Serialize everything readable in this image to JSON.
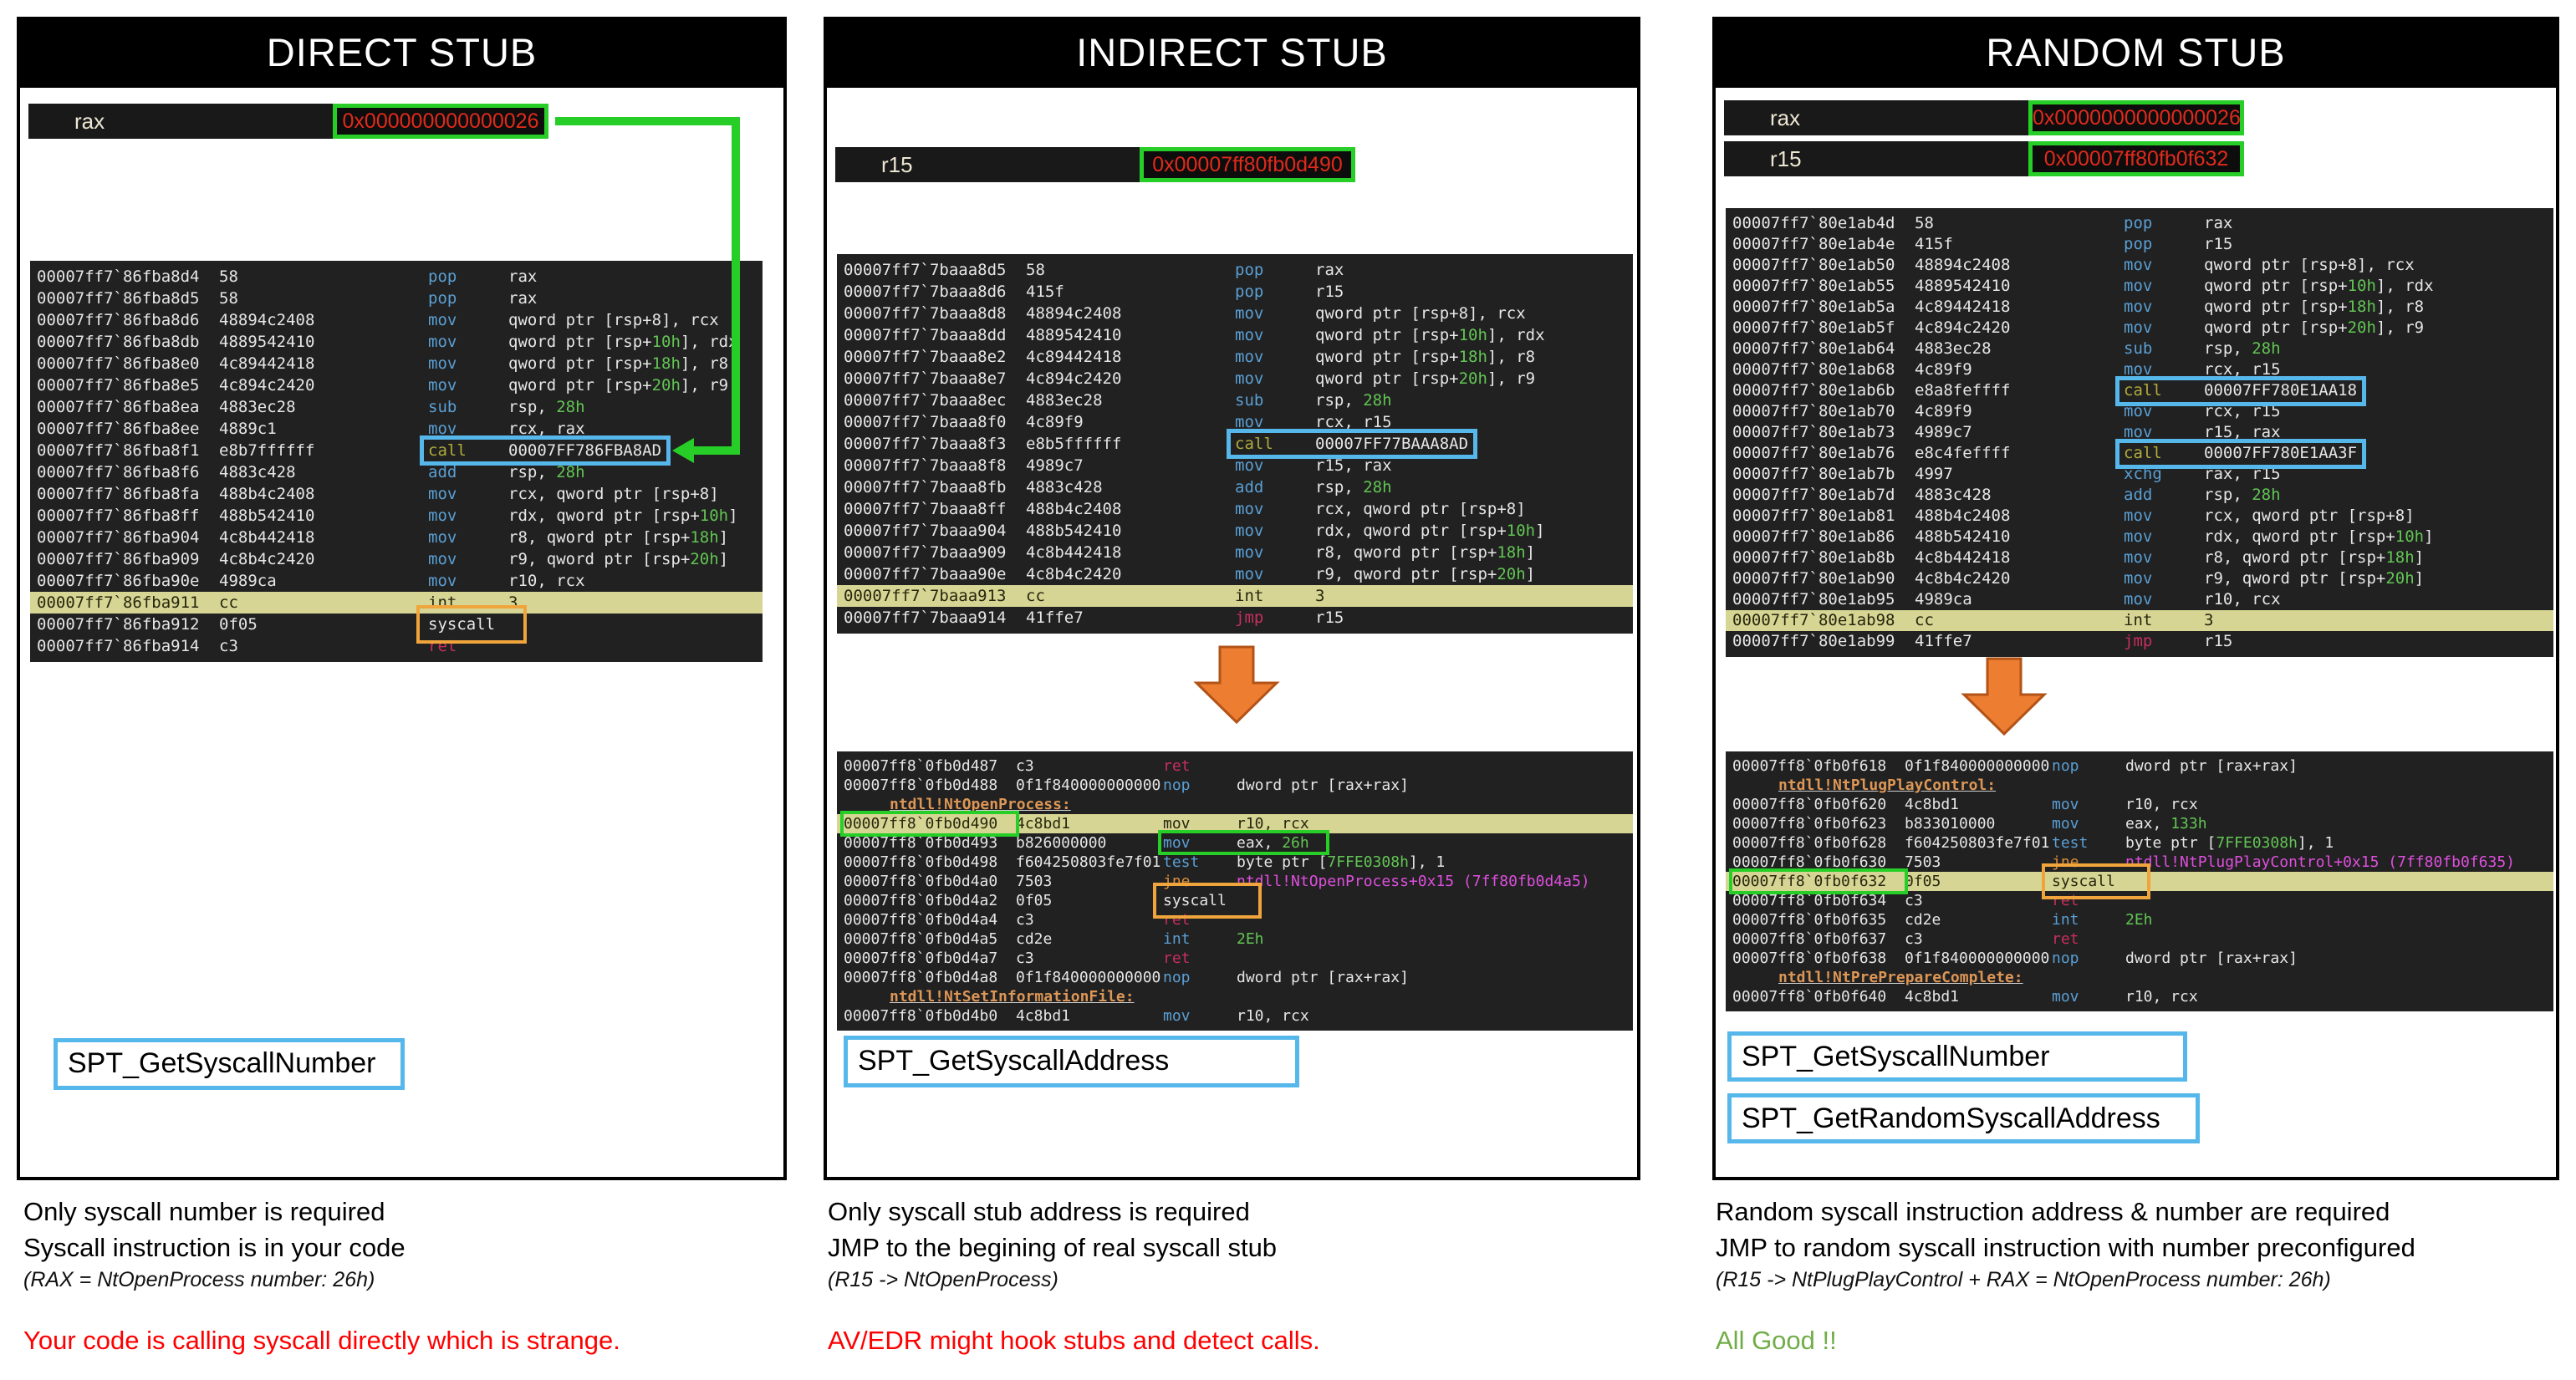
{
  "colors": {
    "green_box": "#27ce27",
    "blue_box": "#56b7ea",
    "orange_box": "#f0a43c",
    "row_highlight": "#d6d593",
    "register_value_red": "#e02a1c",
    "flow_arrow_orange": "#ed7d31",
    "verdict_red": "#fe0000",
    "verdict_green": "#70ad47"
  },
  "panels": [
    {
      "title": "DIRECT STUB",
      "registers": [
        {
          "name": "rax",
          "value": "0x000000000000026"
        }
      ],
      "labels": [
        "SPT_GetSyscallNumber"
      ],
      "notes": {
        "lines": [
          "Only syscall number is required",
          "Syscall instruction is in your code"
        ],
        "detail": "(RAX = NtOpenProcess number: 26h)",
        "verdict": "Your code is calling syscall directly which is strange.",
        "verdict_color": "#fe0000"
      },
      "blocks": [
        {
          "rows": [
            {
              "a": "00007ff7`86fba8d4",
              "b": "58",
              "m": "pop",
              "o": "rax"
            },
            {
              "a": "00007ff7`86fba8d5",
              "b": "58",
              "m": "pop",
              "o": "rax"
            },
            {
              "a": "00007ff7`86fba8d6",
              "b": "48894c2408",
              "m": "mov",
              "o": "qword ptr [rsp+8], rcx"
            },
            {
              "a": "00007ff7`86fba8db",
              "b": "4889542410",
              "m": "mov",
              "o": "qword ptr [rsp+10h], rdx"
            },
            {
              "a": "00007ff7`86fba8e0",
              "b": "4c89442418",
              "m": "mov",
              "o": "qword ptr [rsp+18h], r8"
            },
            {
              "a": "00007ff7`86fba8e5",
              "b": "4c894c2420",
              "m": "mov",
              "o": "qword ptr [rsp+20h], r9"
            },
            {
              "a": "00007ff7`86fba8ea",
              "b": "4883ec28",
              "m": "sub",
              "o": "rsp, 28h"
            },
            {
              "a": "00007ff7`86fba8ee",
              "b": "4889c1",
              "m": "mov",
              "o": "rcx, rax"
            },
            {
              "a": "00007ff7`86fba8f1",
              "b": "e8b7ffffff",
              "m": "call",
              "o": "00007FF786FBA8AD",
              "box": "bcall"
            },
            {
              "a": "00007ff7`86fba8f6",
              "b": "4883c428",
              "m": "add",
              "o": "rsp, 28h"
            },
            {
              "a": "00007ff7`86fba8fa",
              "b": "488b4c2408",
              "m": "mov",
              "o": "rcx, qword ptr [rsp+8]"
            },
            {
              "a": "00007ff7`86fba8ff",
              "b": "488b542410",
              "m": "mov",
              "o": "rdx, qword ptr [rsp+10h]"
            },
            {
              "a": "00007ff7`86fba904",
              "b": "4c8b442418",
              "m": "mov",
              "o": "r8, qword ptr [rsp+18h]"
            },
            {
              "a": "00007ff7`86fba909",
              "b": "4c8b4c2420",
              "m": "mov",
              "o": "r9, qword ptr [rsp+20h]"
            },
            {
              "a": "00007ff7`86fba90e",
              "b": "4989ca",
              "m": "mov",
              "o": "r10, rcx"
            },
            {
              "a": "00007ff7`86fba911",
              "b": "cc",
              "m": "int",
              "o": "3",
              "hl": true
            },
            {
              "a": "00007ff7`86fba912",
              "b": "0f05",
              "m": "syscall",
              "o": "",
              "box": "bsys"
            },
            {
              "a": "00007ff7`86fba914",
              "b": "c3",
              "m": "ret",
              "o": ""
            }
          ]
        }
      ]
    },
    {
      "title": "INDIRECT STUB",
      "registers": [
        {
          "name": "r15",
          "value": "0x00007ff80fb0d490"
        }
      ],
      "labels": [
        "SPT_GetSyscallAddress"
      ],
      "notes": {
        "lines": [
          "Only syscall stub address is required",
          "JMP to the begining of real syscall stub"
        ],
        "detail": "(R15 -> NtOpenProcess)",
        "verdict": "AV/EDR might hook stubs and detect calls.",
        "verdict_color": "#fe0000"
      },
      "blocks": [
        {
          "rows": [
            {
              "a": "00007ff7`7baaa8d5",
              "b": "58",
              "m": "pop",
              "o": "rax"
            },
            {
              "a": "00007ff7`7baaa8d6",
              "b": "415f",
              "m": "pop",
              "o": "r15"
            },
            {
              "a": "00007ff7`7baaa8d8",
              "b": "48894c2408",
              "m": "mov",
              "o": "qword ptr [rsp+8], rcx"
            },
            {
              "a": "00007ff7`7baaa8dd",
              "b": "4889542410",
              "m": "mov",
              "o": "qword ptr [rsp+10h], rdx"
            },
            {
              "a": "00007ff7`7baaa8e2",
              "b": "4c89442418",
              "m": "mov",
              "o": "qword ptr [rsp+18h], r8"
            },
            {
              "a": "00007ff7`7baaa8e7",
              "b": "4c894c2420",
              "m": "mov",
              "o": "qword ptr [rsp+20h], r9"
            },
            {
              "a": "00007ff7`7baaa8ec",
              "b": "4883ec28",
              "m": "sub",
              "o": "rsp, 28h"
            },
            {
              "a": "00007ff7`7baaa8f0",
              "b": "4c89f9",
              "m": "mov",
              "o": "rcx, r15"
            },
            {
              "a": "00007ff7`7baaa8f3",
              "b": "e8b5ffffff",
              "m": "call",
              "o": "00007FF77BAAA8AD",
              "box": "bcall"
            },
            {
              "a": "00007ff7`7baaa8f8",
              "b": "4989c7",
              "m": "mov",
              "o": "r15, rax"
            },
            {
              "a": "00007ff7`7baaa8fb",
              "b": "4883c428",
              "m": "add",
              "o": "rsp, 28h"
            },
            {
              "a": "00007ff7`7baaa8ff",
              "b": "488b4c2408",
              "m": "mov",
              "o": "rcx, qword ptr [rsp+8]"
            },
            {
              "a": "00007ff7`7baaa904",
              "b": "488b542410",
              "m": "mov",
              "o": "rdx, qword ptr [rsp+10h]"
            },
            {
              "a": "00007ff7`7baaa909",
              "b": "4c8b442418",
              "m": "mov",
              "o": "r8, qword ptr [rsp+18h]"
            },
            {
              "a": "00007ff7`7baaa90e",
              "b": "4c8b4c2420",
              "m": "mov",
              "o": "r9, qword ptr [rsp+20h]"
            },
            {
              "a": "00007ff7`7baaa913",
              "b": "cc",
              "m": "int",
              "o": "3",
              "hl": true
            },
            {
              "a": "00007ff7`7baaa914",
              "b": "41ffe7",
              "m": "jmp",
              "o": "r15"
            }
          ]
        },
        {
          "rows": [
            {
              "a": "00007ff8`0fb0d487",
              "b": "c3",
              "m": "ret",
              "o": ""
            },
            {
              "a": "00007ff8`0fb0d488",
              "b": "0f1f840000000000",
              "m": "nop",
              "o": "dword ptr [rax+rax]"
            },
            {
              "label": "ntdll!NtOpenProcess:"
            },
            {
              "a": "00007ff8`0fb0d490",
              "b": "4c8bd1",
              "m": "mov",
              "o": "r10, rcx",
              "hl": true,
              "box": "baddr"
            },
            {
              "a": "00007ff8`0fb0d493",
              "b": "b826000000",
              "m": "mov",
              "o": "eax, 26h",
              "box": "bop"
            },
            {
              "a": "00007ff8`0fb0d498",
              "b": "f604250803fe7f01",
              "m": "test",
              "o": "byte ptr [7FFE0308h], 1"
            },
            {
              "a": "00007ff8`0fb0d4a0",
              "b": "7503",
              "m": "jne",
              "o": "ntdll!NtOpenProcess+0x15 (7ff80fb0d4a5)",
              "oc": "magenta"
            },
            {
              "a": "00007ff8`0fb0d4a2",
              "b": "0f05",
              "m": "syscall",
              "o": "",
              "box": "bsys"
            },
            {
              "a": "00007ff8`0fb0d4a4",
              "b": "c3",
              "m": "ret",
              "o": ""
            },
            {
              "a": "00007ff8`0fb0d4a5",
              "b": "cd2e",
              "m": "int",
              "o": "2Eh"
            },
            {
              "a": "00007ff8`0fb0d4a7",
              "b": "c3",
              "m": "ret",
              "o": ""
            },
            {
              "a": "00007ff8`0fb0d4a8",
              "b": "0f1f840000000000",
              "m": "nop",
              "o": "dword ptr [rax+rax]"
            },
            {
              "label": "ntdll!NtSetInformationFile:"
            },
            {
              "a": "00007ff8`0fb0d4b0",
              "b": "4c8bd1",
              "m": "mov",
              "o": "r10, rcx"
            }
          ]
        }
      ]
    },
    {
      "title": "RANDOM STUB",
      "registers": [
        {
          "name": "rax",
          "value": "0x0000000000000026"
        },
        {
          "name": "r15",
          "value": "0x00007ff80fb0f632"
        }
      ],
      "labels": [
        "SPT_GetSyscallNumber",
        "SPT_GetRandomSyscallAddress"
      ],
      "notes": {
        "lines": [
          "Random syscall instruction address & number are required",
          "JMP to random syscall instruction with number preconfigured"
        ],
        "detail": "(R15 -> NtPlugPlayControl + RAX = NtOpenProcess number: 26h)",
        "verdict": "All Good !!",
        "verdict_color": "#70ad47"
      },
      "blocks": [
        {
          "rows": [
            {
              "a": "00007ff7`80e1ab4d",
              "b": "58",
              "m": "pop",
              "o": "rax"
            },
            {
              "a": "00007ff7`80e1ab4e",
              "b": "415f",
              "m": "pop",
              "o": "r15"
            },
            {
              "a": "00007ff7`80e1ab50",
              "b": "48894c2408",
              "m": "mov",
              "o": "qword ptr [rsp+8], rcx"
            },
            {
              "a": "00007ff7`80e1ab55",
              "b": "4889542410",
              "m": "mov",
              "o": "qword ptr [rsp+10h], rdx"
            },
            {
              "a": "00007ff7`80e1ab5a",
              "b": "4c89442418",
              "m": "mov",
              "o": "qword ptr [rsp+18h], r8"
            },
            {
              "a": "00007ff7`80e1ab5f",
              "b": "4c894c2420",
              "m": "mov",
              "o": "qword ptr [rsp+20h], r9"
            },
            {
              "a": "00007ff7`80e1ab64",
              "b": "4883ec28",
              "m": "sub",
              "o": "rsp, 28h"
            },
            {
              "a": "00007ff7`80e1ab68",
              "b": "4c89f9",
              "m": "mov",
              "o": "rcx, r15"
            },
            {
              "a": "00007ff7`80e1ab6b",
              "b": "e8a8feffff",
              "m": "call",
              "o": "00007FF780E1AA18",
              "box": "bcall"
            },
            {
              "a": "00007ff7`80e1ab70",
              "b": "4c89f9",
              "m": "mov",
              "o": "rcx, r15"
            },
            {
              "a": "00007ff7`80e1ab73",
              "b": "4989c7",
              "m": "mov",
              "o": "r15, rax"
            },
            {
              "a": "00007ff7`80e1ab76",
              "b": "e8c4feffff",
              "m": "call",
              "o": "00007FF780E1AA3F",
              "box": "bcall"
            },
            {
              "a": "00007ff7`80e1ab7b",
              "b": "4997",
              "m": "xchg",
              "o": "rax, r15"
            },
            {
              "a": "00007ff7`80e1ab7d",
              "b": "4883c428",
              "m": "add",
              "o": "rsp, 28h"
            },
            {
              "a": "00007ff7`80e1ab81",
              "b": "488b4c2408",
              "m": "mov",
              "o": "rcx, qword ptr [rsp+8]"
            },
            {
              "a": "00007ff7`80e1ab86",
              "b": "488b542410",
              "m": "mov",
              "o": "rdx, qword ptr [rsp+10h]"
            },
            {
              "a": "00007ff7`80e1ab8b",
              "b": "4c8b442418",
              "m": "mov",
              "o": "r8, qword ptr [rsp+18h]"
            },
            {
              "a": "00007ff7`80e1ab90",
              "b": "4c8b4c2420",
              "m": "mov",
              "o": "r9, qword ptr [rsp+20h]"
            },
            {
              "a": "00007ff7`80e1ab95",
              "b": "4989ca",
              "m": "mov",
              "o": "r10, rcx"
            },
            {
              "a": "00007ff7`80e1ab98",
              "b": "cc",
              "m": "int",
              "o": "3",
              "hl": true
            },
            {
              "a": "00007ff7`80e1ab99",
              "b": "41ffe7",
              "m": "jmp",
              "o": "r15"
            }
          ]
        },
        {
          "rows": [
            {
              "a": "00007ff8`0fb0f618",
              "b": "0f1f840000000000",
              "m": "nop",
              "o": "dword ptr [rax+rax]"
            },
            {
              "label": "ntdll!NtPlugPlayControl:"
            },
            {
              "a": "00007ff8`0fb0f620",
              "b": "4c8bd1",
              "m": "mov",
              "o": "r10, rcx"
            },
            {
              "a": "00007ff8`0fb0f623",
              "b": "b833010000",
              "m": "mov",
              "o": "eax, 133h"
            },
            {
              "a": "00007ff8`0fb0f628",
              "b": "f604250803fe7f01",
              "m": "test",
              "o": "byte ptr [7FFE0308h], 1"
            },
            {
              "a": "00007ff8`0fb0f630",
              "b": "7503",
              "m": "jne",
              "o": "ntdll!NtPlugPlayControl+0x15 (7ff80fb0f635)",
              "oc": "magenta"
            },
            {
              "a": "00007ff8`0fb0f632",
              "b": "0f05",
              "m": "syscall",
              "o": "",
              "hl": true,
              "box": "baddr bsys"
            },
            {
              "a": "00007ff8`0fb0f634",
              "b": "c3",
              "m": "ret",
              "o": ""
            },
            {
              "a": "00007ff8`0fb0f635",
              "b": "cd2e",
              "m": "int",
              "o": "2Eh"
            },
            {
              "a": "00007ff8`0fb0f637",
              "b": "c3",
              "m": "ret",
              "o": ""
            },
            {
              "a": "00007ff8`0fb0f638",
              "b": "0f1f840000000000",
              "m": "nop",
              "o": "dword ptr [rax+rax]"
            },
            {
              "label": "ntdll!NtPrePrepareComplete:"
            },
            {
              "a": "00007ff8`0fb0f640",
              "b": "4c8bd1",
              "m": "mov",
              "o": "r10, rcx"
            }
          ]
        }
      ]
    }
  ]
}
